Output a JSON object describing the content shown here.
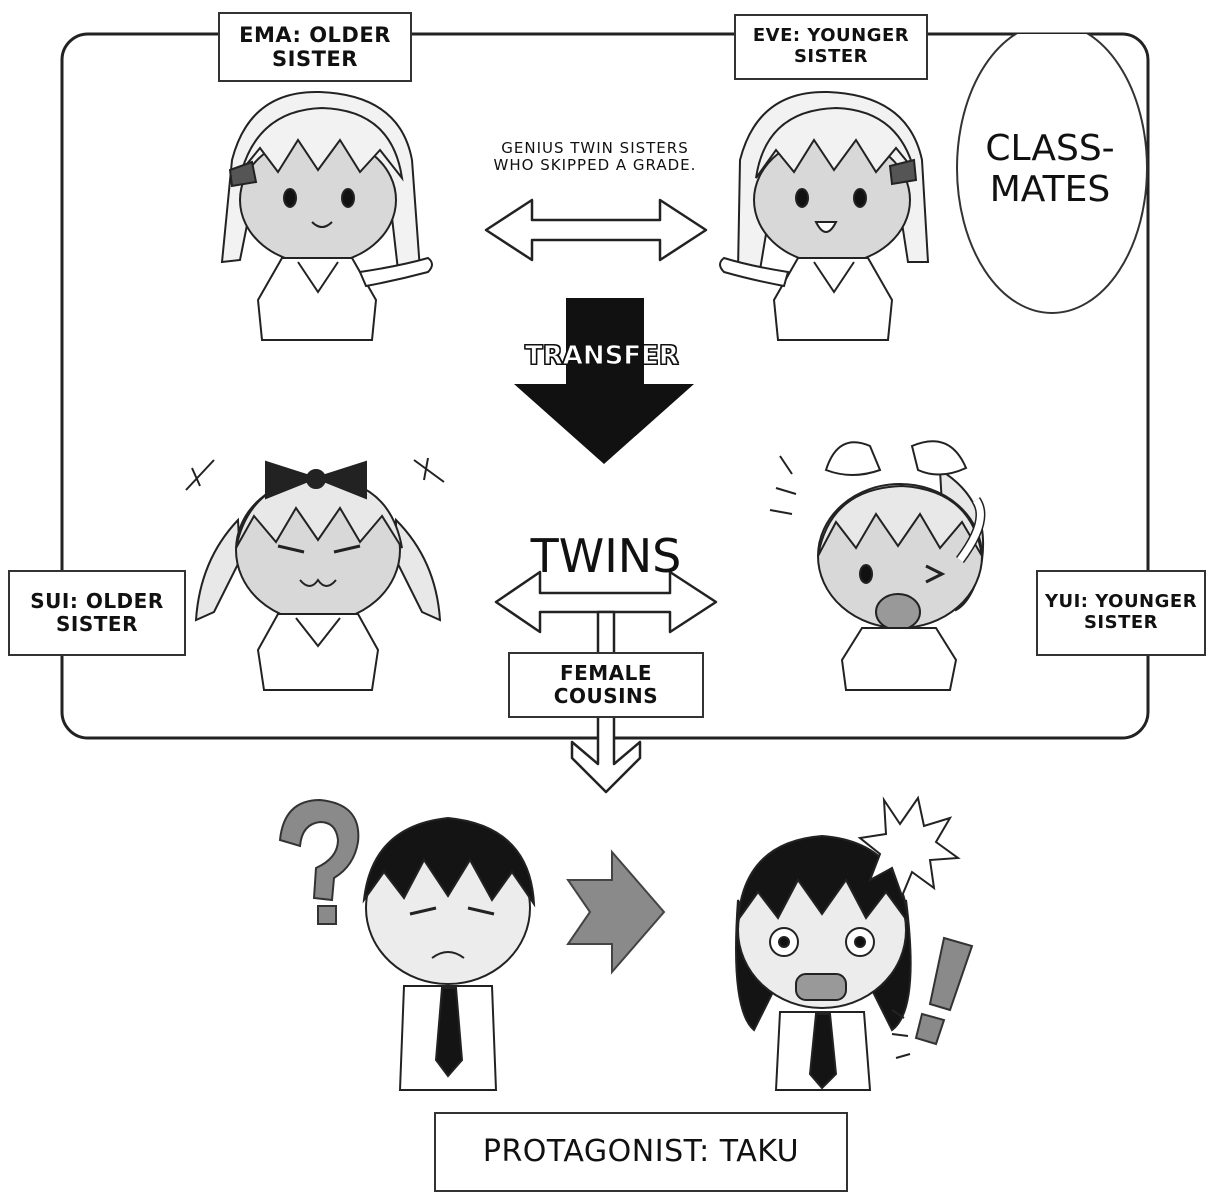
{
  "labels": {
    "ema": [
      "EMA: OLDER",
      "SISTER"
    ],
    "eve": [
      "EVE: YOUNGER",
      "SISTER"
    ],
    "sui": [
      "SUI: OLDER",
      "SISTER"
    ],
    "yui": [
      "YUI: YOUNGER",
      "SISTER"
    ],
    "cousins": [
      "FEMALE",
      "COUSINS"
    ],
    "protagonist": "PROTAGONIST: TAKU"
  },
  "texts": {
    "genius": [
      "GENIUS TWIN SISTERS",
      "WHO SKIPPED A GRADE."
    ],
    "classmates": [
      "CLASS-",
      "MATES"
    ],
    "transfer": "TRANSFER",
    "twins": "TWINS"
  },
  "icons": {
    "question": "question-mark-icon",
    "exclaim": "exclamation-mark-icon"
  },
  "colors": {
    "ink": "#111111",
    "gray": "#8a8a8a",
    "hair_light": "#e8e8e8",
    "hair_dark": "#141414",
    "background": "#ffffff"
  }
}
